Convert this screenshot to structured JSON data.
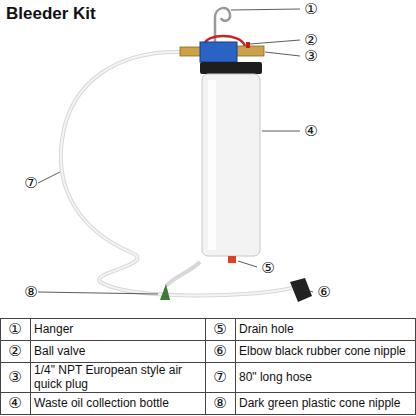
{
  "diagram": {
    "title": "Bleeder Kit",
    "labels": [
      "①",
      "②",
      "③",
      "④",
      "⑤",
      "⑥",
      "⑦",
      "⑧",
      "①",
      "Hanger",
      "⑤",
      "Drain hole",
      "②",
      "Ball valve",
      "⑥",
      "Elbow black rubber cone nipple",
      "③",
      "1/4\" NPT European style air quick plug",
      "⑦",
      "80\" long hose",
      "④",
      "Waste oil collection bottle",
      "⑧",
      "Dark green plastic cone nipple"
    ]
  }
}
